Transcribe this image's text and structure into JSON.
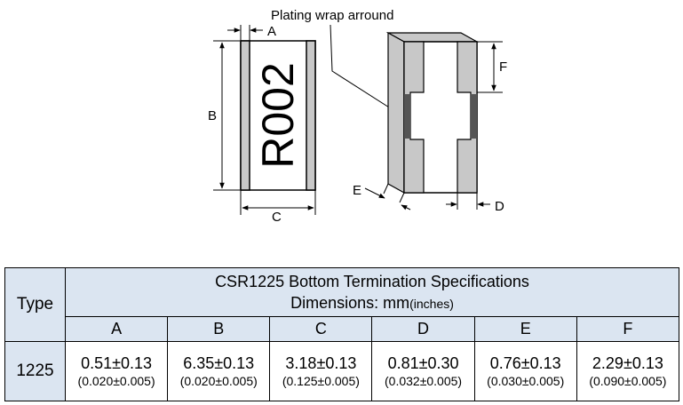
{
  "diagram": {
    "plating_label": "Plating wrap arround",
    "marking": "R002",
    "dim_labels": {
      "A": "A",
      "B": "B",
      "C": "C",
      "D": "D",
      "E": "E",
      "F": "F"
    }
  },
  "table": {
    "type_header": "Type",
    "title_line1": "CSR1225 Bottom Termination Specifications",
    "title_line2_main": "Dimensions: mm",
    "title_line2_unit": "(inches)",
    "columns": [
      "A",
      "B",
      "C",
      "D",
      "E",
      "F"
    ],
    "type_value": "1225",
    "values_mm": [
      "0.51±0.13",
      "6.35±0.13",
      "3.18±0.13",
      "0.81±0.30",
      "0.76±0.13",
      "2.29±0.13"
    ],
    "values_in": [
      "(0.020±0.005)",
      "(0.020±0.005)",
      "(0.125±0.005)",
      "(0.032±0.005)",
      "(0.030±0.005)",
      "(0.090±0.005)"
    ]
  },
  "colors": {
    "header_bg": "#dbe5f1",
    "terminal_gray": "#c8c8c8",
    "terminal_dark": "#555555"
  }
}
